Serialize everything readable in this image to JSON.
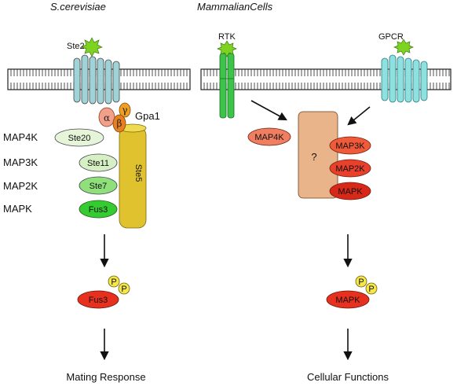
{
  "titles": {
    "yeast": "S.cerevisiae",
    "mammal": "MammalianCells"
  },
  "receptors": {
    "ste2": "Ste2",
    "rtk": "RTK",
    "gpcr": "GPCR"
  },
  "gprotein": {
    "alpha": "α",
    "beta": "β",
    "gamma": "γ",
    "name": "Gpa1"
  },
  "scaffold": {
    "ste5": "Ste5",
    "unknown": "?"
  },
  "tiers": {
    "map4k": "MAP4K",
    "map3k": "MAP3K",
    "map2k": "MAP2K",
    "mapk": "MAPK"
  },
  "yeast_kinases": {
    "ste20": "Ste20",
    "ste11": "Ste11",
    "ste7": "Ste7",
    "fus3": "Fus3",
    "fus3_active": "Fus3"
  },
  "mammal_kinases": {
    "map4k": "MAP4K",
    "map3k": "MAP3K",
    "map2k": "MAP2K",
    "mapk": "MAPK",
    "mapk_active": "MAPK"
  },
  "phospho": {
    "p": "P"
  },
  "outcomes": {
    "yeast": "Mating Response",
    "mammal": "Cellular Functions"
  },
  "colors": {
    "membrane_line": "#222222",
    "membrane_fill": "#ffffff",
    "ligand": "#7ed321",
    "ste2_teal": "#9fd3d8",
    "gpcr_teal": "#8fe0e0",
    "rtk_green": "#3cc44a",
    "g_alpha": "#f2a08a",
    "g_beta": "#e9801f",
    "g_gamma": "#f0a020",
    "ste5_yellow": "#e0c22e",
    "scaffold_tan": "#e9b48a",
    "ste20": "#e6f5d8",
    "ste11": "#d6f0c4",
    "ste7": "#8fe07a",
    "fus3": "#35cc32",
    "map4k": "#f07e60",
    "map3k": "#f05a38",
    "map2k": "#e8402a",
    "mapk": "#d82818",
    "phospho_yellow": "#f5e64a"
  }
}
